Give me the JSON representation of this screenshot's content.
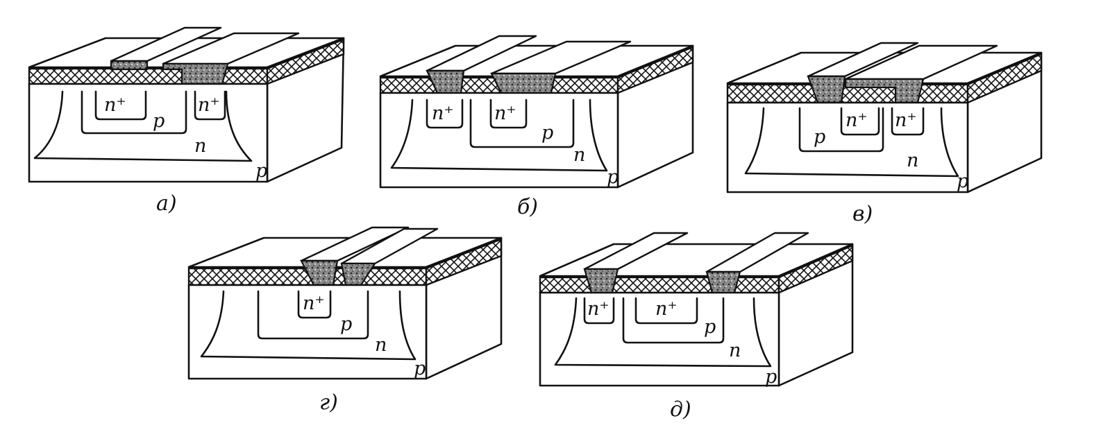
{
  "figure": {
    "panels": [
      {
        "id": "a",
        "caption": "а)",
        "regions": {
          "n_plus_1": "n⁺",
          "n_plus_2": "n⁺",
          "base": "p",
          "collector": "n",
          "substrate": "p"
        }
      },
      {
        "id": "b",
        "caption": "б)",
        "regions": {
          "n_plus_1": "n⁺",
          "n_plus_2": "n⁺",
          "base": "p",
          "collector": "n",
          "substrate": "p"
        }
      },
      {
        "id": "v",
        "caption": "в)",
        "regions": {
          "n_plus_1": "n⁺",
          "n_plus_2": "n⁺",
          "base": "p",
          "collector": "n",
          "substrate": "p"
        }
      },
      {
        "id": "g",
        "caption": "г)",
        "regions": {
          "n_plus_1": "n⁺",
          "base": "p",
          "collector": "n",
          "substrate": "p"
        }
      },
      {
        "id": "d",
        "caption": "д)",
        "regions": {
          "n_plus_1": "n⁺",
          "n_plus_2": "n⁺",
          "base": "p",
          "collector": "n",
          "substrate": "p"
        }
      }
    ]
  }
}
